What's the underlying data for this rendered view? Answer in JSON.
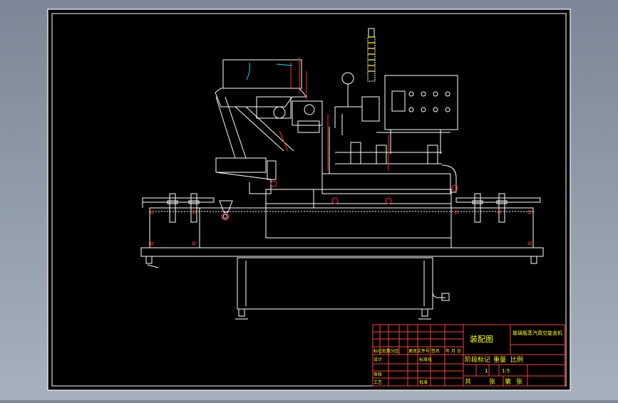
{
  "drawing": {
    "colors": {
      "background": "#000000",
      "border": "#ffffff",
      "title_block_lines": "#ff3b3b",
      "title_block_text": "#ffff00",
      "machine_lines": "#ffffff",
      "accent_red": "#ff3030",
      "accent_cyan": "#00e0ff",
      "accent_yellow": "#ffff00"
    },
    "title_block": {
      "drawing_name": "装配图",
      "machine_name": "玻璃瓶蒸汽真空旋盖机",
      "school_label": "阶段标记",
      "weight_label": "重量",
      "scale_label": "比例",
      "quantity": "1",
      "scale": "1:5",
      "sheets_total_label": "共",
      "sheets_label": "张",
      "sheet_no_label": "第",
      "sheet_label": "张",
      "row_change": {
        "mark": "标记",
        "count": "处数",
        "section": "分区",
        "doc_no": "更改文件号",
        "signature": "签名",
        "date": "年 月 日"
      },
      "row_design": {
        "design": "设计",
        "standardize": "标准化"
      },
      "row_review": {
        "review": "审核"
      },
      "row_process": {
        "process": "工艺",
        "approve": "批准"
      }
    }
  }
}
